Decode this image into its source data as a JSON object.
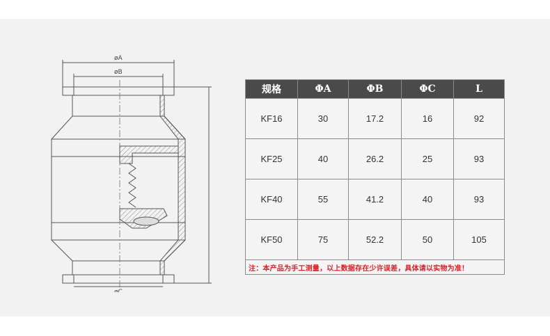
{
  "drawing": {
    "dim_a_label": "øA",
    "dim_b_label": "øB",
    "dim_c_label": "øC"
  },
  "table": {
    "headers": [
      "规格",
      "ΦA",
      "ΦB",
      "ΦC",
      "L"
    ],
    "rows": [
      [
        "KF16",
        "30",
        "17.2",
        "16",
        "92"
      ],
      [
        "KF25",
        "40",
        "26.2",
        "25",
        "93"
      ],
      [
        "KF40",
        "55",
        "41.2",
        "40",
        "93"
      ],
      [
        "KF50",
        "75",
        "52.2",
        "50",
        "105"
      ]
    ],
    "note": "注：本产品为手工测量，以上数据存在少许误差，具体请以实物为准！"
  },
  "colors": {
    "header_bg": "#4a4a4a",
    "note_text": "#d9222a",
    "panel_bg": "#f2f2f2"
  }
}
